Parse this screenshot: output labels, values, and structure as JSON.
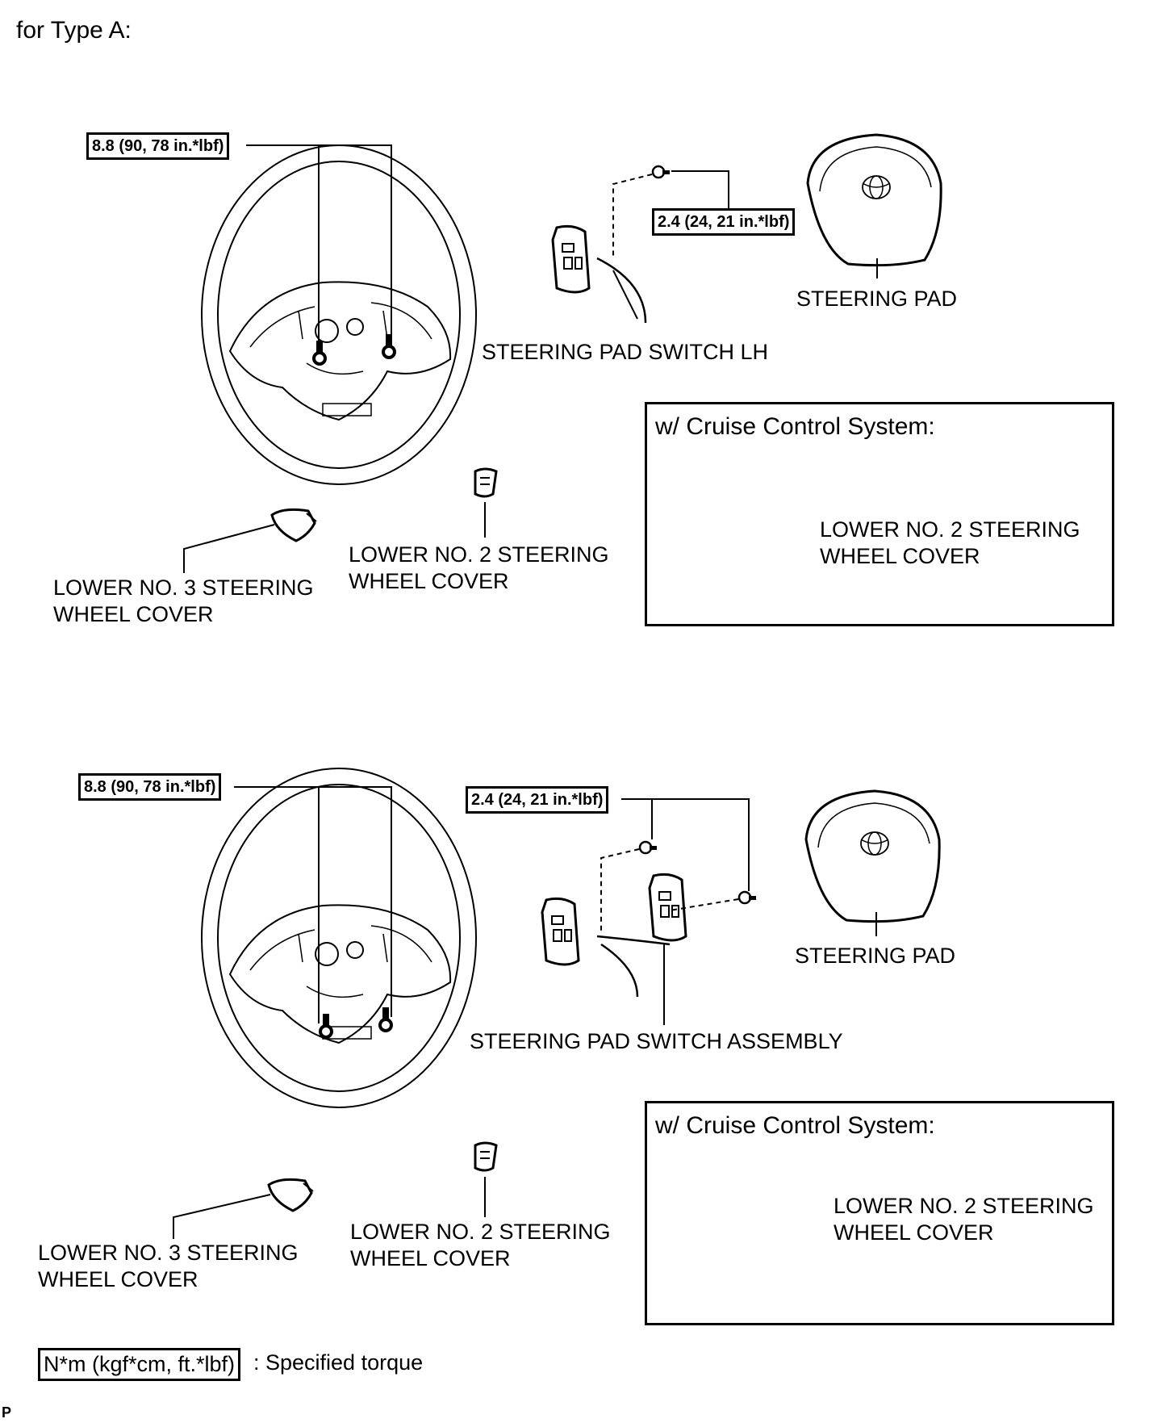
{
  "header": "for Type A:",
  "figure_top": {
    "torque_steering_wheel": "8.8 (90, 78 in.*lbf)",
    "torque_switch": "2.4 (24, 21 in.*lbf)",
    "label_steering_pad": "STEERING PAD",
    "label_switch": "STEERING PAD SWITCH LH",
    "label_lower3": "LOWER NO. 3 STEERING\nWHEEL COVER",
    "label_lower2": "LOWER NO. 2 STEERING\nWHEEL COVER",
    "inset_title": "w/ Cruise Control System:",
    "inset_label": "LOWER NO. 2 STEERING\nWHEEL COVER"
  },
  "figure_bottom": {
    "torque_steering_wheel": "8.8 (90, 78 in.*lbf)",
    "torque_switch": "2.4 (24, 21 in.*lbf)",
    "label_steering_pad": "STEERING PAD",
    "label_switch": "STEERING PAD SWITCH ASSEMBLY",
    "label_lower3": "LOWER NO. 3 STEERING\nWHEEL COVER",
    "label_lower2": "LOWER NO. 2 STEERING\nWHEEL COVER",
    "inset_title": "w/ Cruise Control System:",
    "inset_label": "LOWER NO. 2 STEERING\nWHEEL COVER"
  },
  "legend": {
    "key": "N*m (kgf*cm, ft.*lbf)",
    "text": ": Specified torque"
  },
  "corner_code": "P"
}
